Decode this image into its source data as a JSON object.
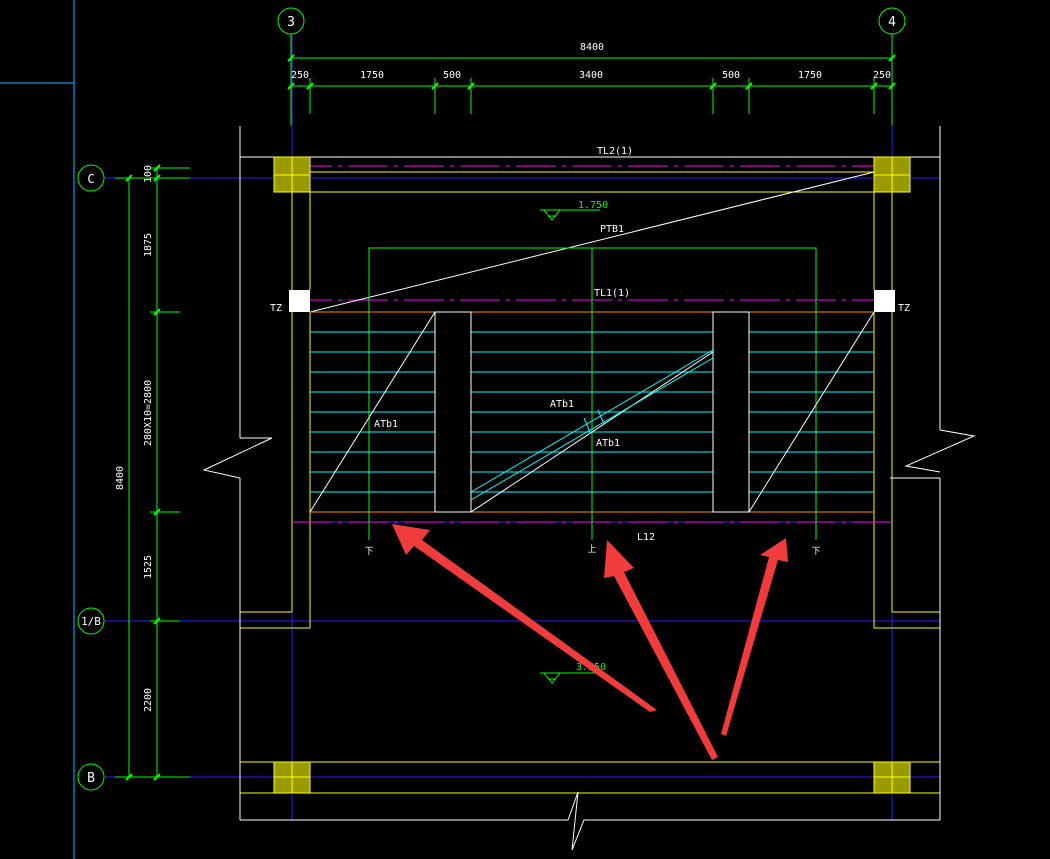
{
  "drawing": {
    "grid_labels": {
      "g3": "3",
      "g4": "4",
      "gC": "C",
      "g1B": "1/B",
      "gB": "B"
    },
    "top_dims": {
      "total": "8400",
      "d1": "250",
      "d2": "1750",
      "d3": "500",
      "d4": "3400",
      "d5": "500",
      "d6": "1750",
      "d7": "250"
    },
    "left_dims": {
      "total": "8400",
      "d1": "100",
      "d2": "1875",
      "d3": "280X10=2800",
      "d4": "1525",
      "d5": "2200"
    },
    "beams": {
      "tl2": "TL2(1)",
      "tl1": "TL1(1)",
      "l12": "L12"
    },
    "slab": "PTB1",
    "columns": {
      "left": "TZ",
      "right": "TZ"
    },
    "stair_runs": {
      "left": "ATb1",
      "center": "ATb1",
      "center2": "ATb1"
    },
    "elevations": {
      "upper": "1.750",
      "lower": "3.550"
    },
    "direction_marks": {
      "down_left": "下",
      "up_center": "上",
      "down_right": "下"
    },
    "colors": {
      "background": "#000000",
      "wall": "#FFFF00",
      "axis": "#0000FF",
      "dimension": "#00FF00",
      "beam": "#FF00FF",
      "stair_tread": "#00FFFF",
      "annotation_arrow": "#FF3B3B",
      "column_fill": "#999900"
    }
  }
}
